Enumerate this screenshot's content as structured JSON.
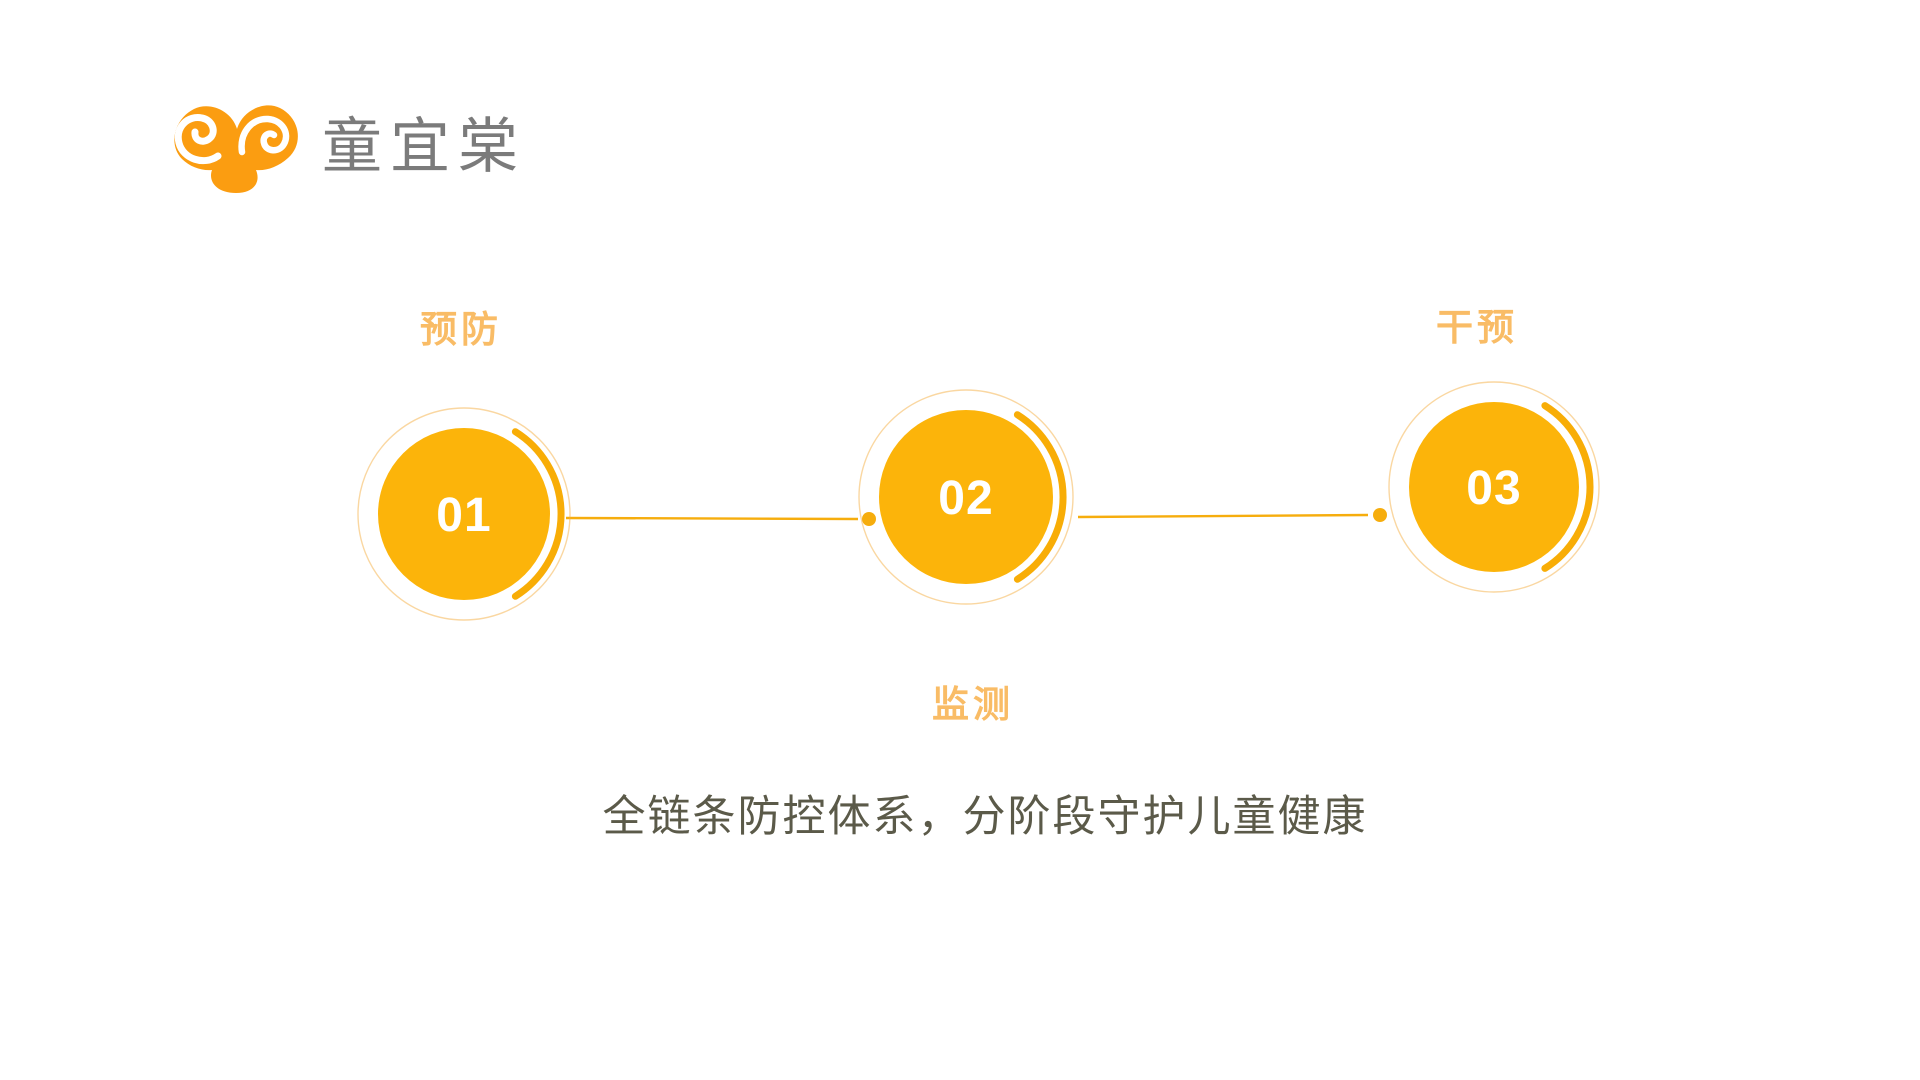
{
  "brand": {
    "name": "童宜棠"
  },
  "diagram": {
    "steps": [
      {
        "number": "01",
        "label": "预防",
        "label_position": "top"
      },
      {
        "number": "02",
        "label": "监测",
        "label_position": "bottom"
      },
      {
        "number": "03",
        "label": "干预",
        "label_position": "top"
      }
    ],
    "caption": "全链条防控体系，分阶段守护儿童健康"
  },
  "colors": {
    "logo_orange": "#fb9d11",
    "brand_text": "#7b7b7b",
    "circle_fill": "#fcb40a",
    "arc": "#f8ad06",
    "thin_ring": "#f7b043",
    "step_label": "#f9bc66",
    "connector": "#f6ad0d",
    "number_text": "#ffffff",
    "caption_text": "#5b5a49"
  }
}
